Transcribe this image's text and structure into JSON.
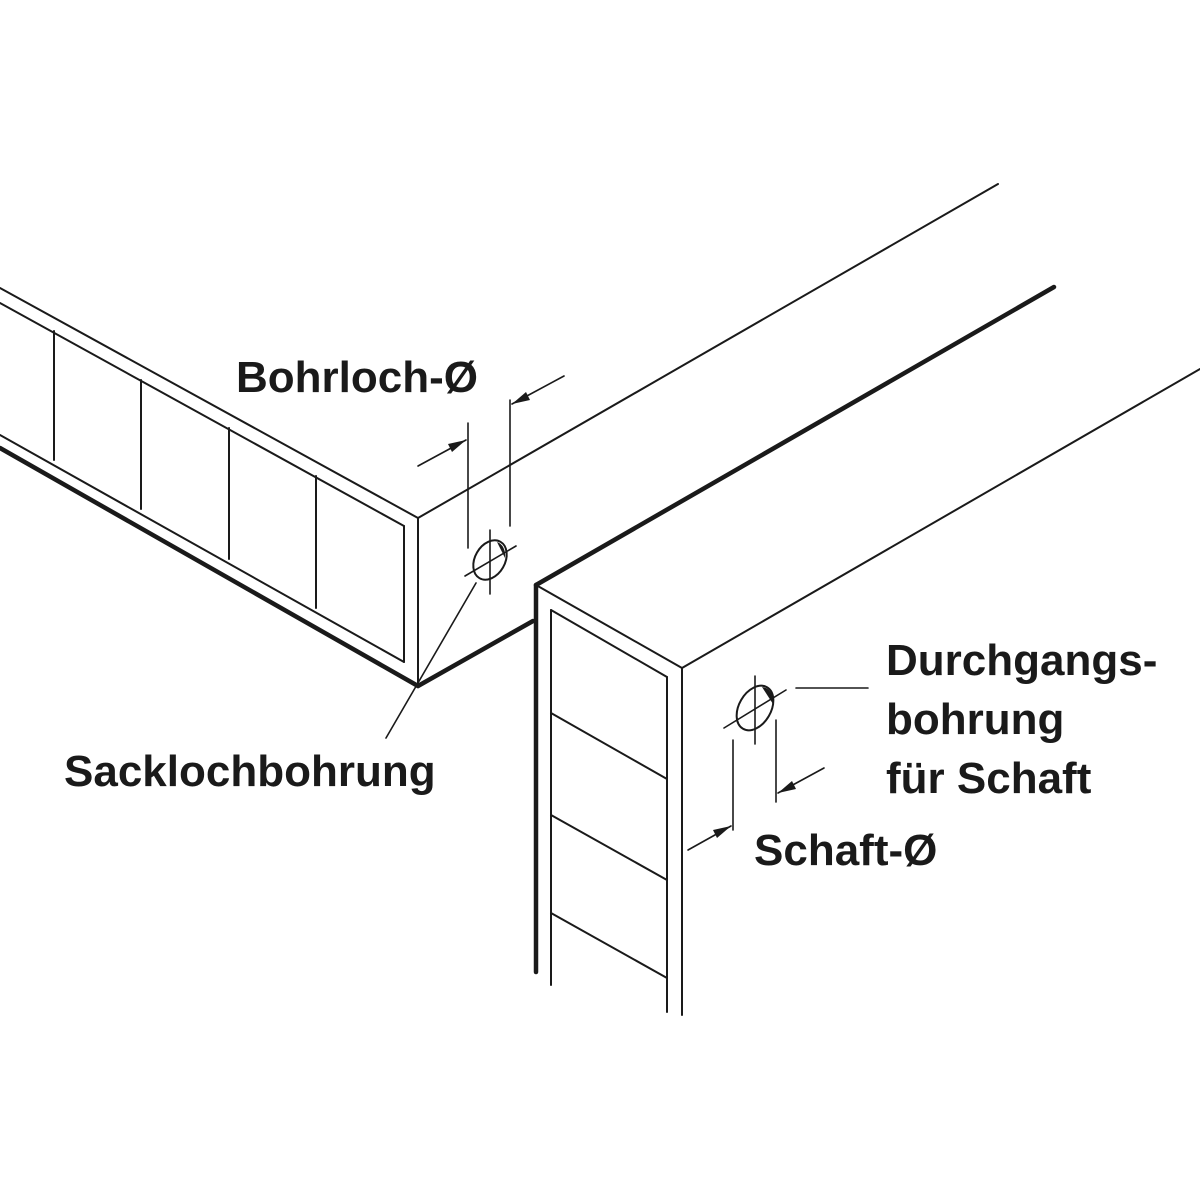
{
  "labels": {
    "bore_diameter": "Bohrloch-Ø",
    "blind_hole": "Sacklochbohrung",
    "through_hole_line1": "Durchgangs-",
    "through_hole_line2": "bohrung",
    "through_hole_line3": "für Schaft",
    "shaft_diameter": "Schaft-Ø"
  },
  "colors": {
    "ink": "#1a1a1a",
    "background": "#ffffff"
  }
}
